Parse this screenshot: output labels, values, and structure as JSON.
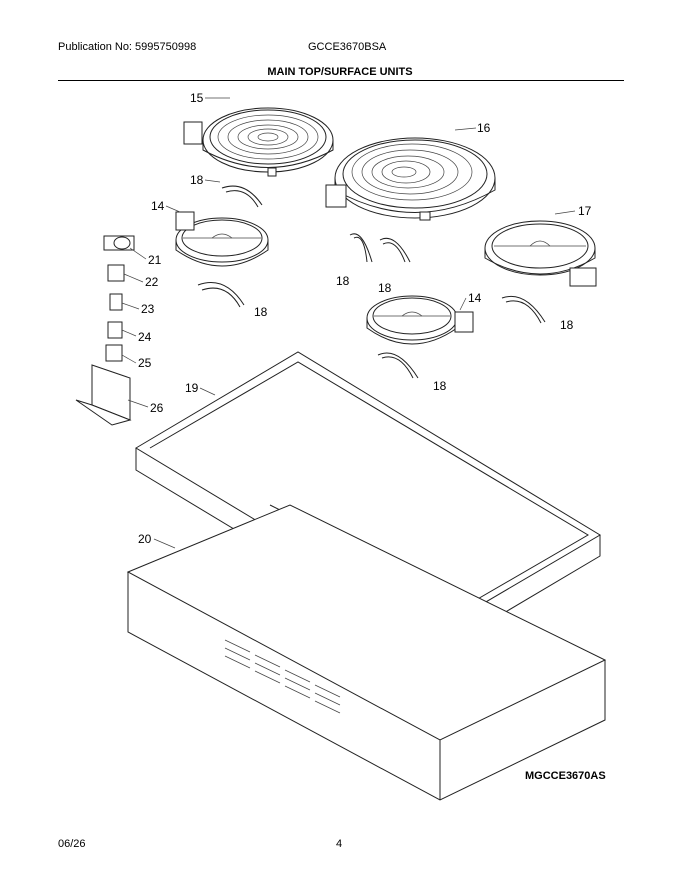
{
  "header": {
    "publication": "Publication No: 5995750998",
    "model": "GCCE3670BSA",
    "title": "MAIN TOP/SURFACE UNITS"
  },
  "footer": {
    "date": "06/26",
    "page": "4"
  },
  "diagram": {
    "model_code": "MGCCE3670AS",
    "callouts": [
      "15",
      "16",
      "17",
      "18",
      "18",
      "18",
      "18",
      "18",
      "18",
      "14",
      "14",
      "19",
      "20",
      "21",
      "22",
      "23",
      "24",
      "25",
      "26"
    ]
  }
}
